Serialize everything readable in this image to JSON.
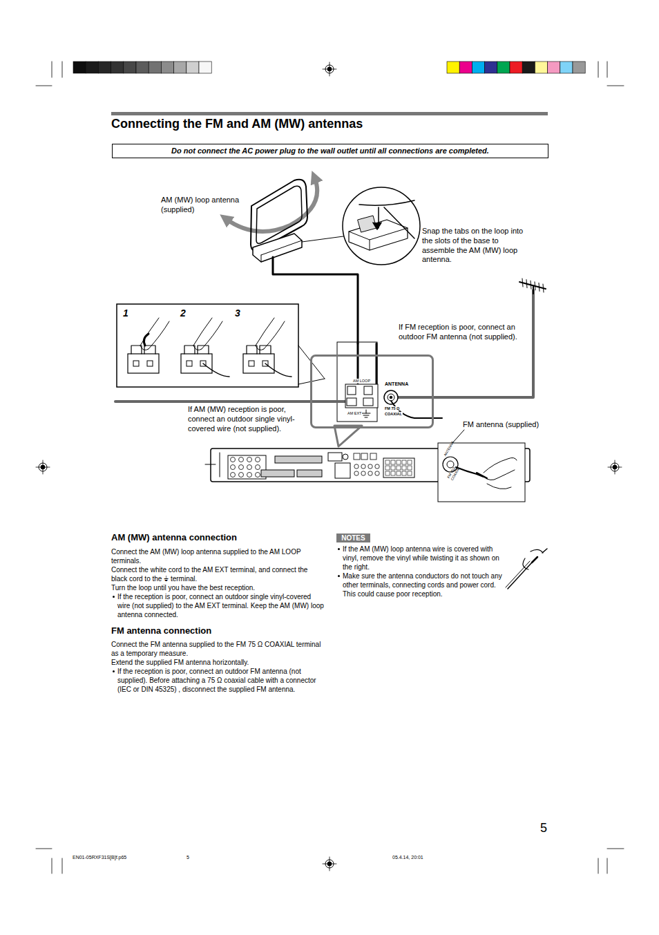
{
  "diagram": {
    "title": "Connecting the FM and AM (MW) antennas",
    "nodes": [
      {
        "text": [
          "Do not connect the AC power plug to the wall outlet until all connections are completed."
        ]
      },
      {
        "text": [
          "AM LOOP",
          "ANTENNA",
          "AM EXT",
          "FM 75 Ω",
          "COAXIAL"
        ]
      },
      {
        "text": [
          "NOTES"
        ]
      }
    ],
    "labels": [
      "AM (MW) loop antenna (supplied)",
      "Snap the tabs on the loop into the slots of the base to assemble the AM (MW) loop antenna.",
      "1",
      "2",
      "3",
      "If FM reception is poor, connect an outdoor FM antenna (not supplied).",
      "If AM (MW) reception is poor, connect an outdoor single vinyl-covered wire (not supplied).",
      "FM antenna (supplied)",
      "ANTENNA",
      "FM 75Ω COAXIAL",
      "AM (MW) antenna connection",
      "Connect the AM (MW) loop antenna supplied to the AM LOOP terminals.",
      "Connect the white cord to the AM EXT terminal, and connect the black cord to the ⏚ terminal.",
      "Turn the loop until you have the best reception.",
      "If the reception is poor, connect an outdoor single vinyl-covered wire (not supplied) to the AM EXT terminal. Keep the AM (MW) loop antenna connected.",
      "FM antenna connection",
      "Connect the FM antenna supplied to the FM 75 Ω COAXIAL terminal as a temporary measure.",
      "Extend the supplied FM antenna horizontally.",
      "If the reception is poor, connect an outdoor FM antenna (not supplied). Before attaching a 75 Ω coaxial cable with a connector (IEC or DIN 45325) , disconnect the supplied FM antenna.",
      "If the AM (MW) loop antenna wire is covered with vinyl, remove the vinyl while twisting it as shown on the right.",
      "Make sure the antenna conductors do not touch any other terminals, connecting cords and power cord. This could cause poor reception.",
      "5",
      "EN01-05RXF31S[B]f.p65",
      "5",
      "05.4.14, 20:01"
    ]
  }
}
